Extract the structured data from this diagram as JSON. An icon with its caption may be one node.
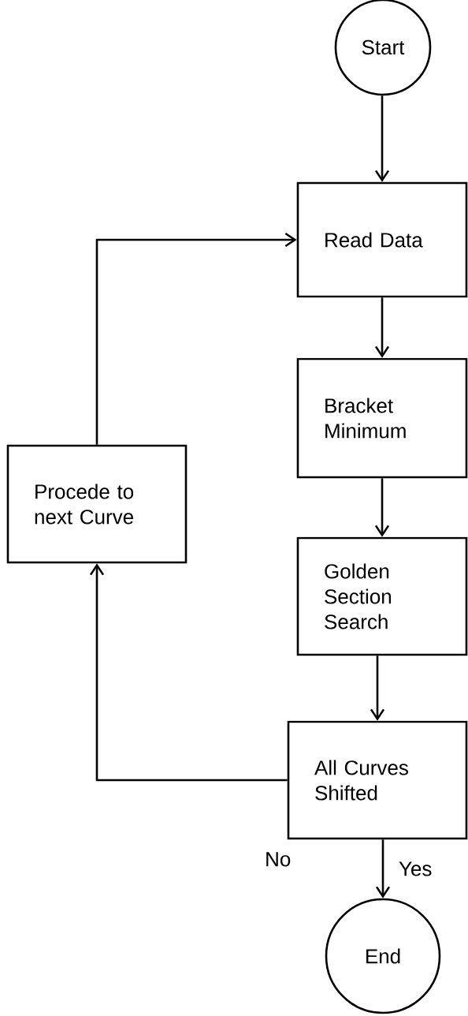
{
  "diagram": {
    "nodes": [
      {
        "text": [
          "Start"
        ]
      },
      {
        "text": [
          "Read Data"
        ]
      },
      {
        "text": [
          "Bracket Minimum"
        ]
      },
      {
        "text": [
          "Golden Section Search"
        ]
      },
      {
        "text": [
          "All Curves Shifted"
        ]
      },
      {
        "text": [
          "Procede to next Curve"
        ]
      },
      {
        "text": [
          "End"
        ]
      }
    ],
    "edges": [
      {
        "from": 0,
        "to": 1,
        "arrow": "to"
      },
      {
        "from": 1,
        "to": 2,
        "arrow": "to"
      },
      {
        "from": 2,
        "to": 3,
        "arrow": "to"
      },
      {
        "from": 3,
        "to": 4,
        "arrow": "to"
      },
      {
        "from": 4,
        "to": 6,
        "arrow": "to",
        "label": "Yes"
      },
      {
        "from": 4,
        "to": 5,
        "arrow": "to",
        "label": "No"
      },
      {
        "from": 5,
        "to": 1,
        "arrow": "to"
      }
    ]
  }
}
